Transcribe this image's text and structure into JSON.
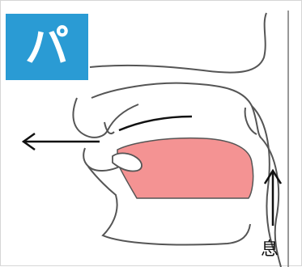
{
  "badge": {
    "kana": "パ",
    "background": "#2a9bd4",
    "text_color": "#ffffff"
  },
  "labels": {
    "breath": "息"
  },
  "colors": {
    "tongue": "#f49393",
    "outline": "#555555",
    "arrow": "#111111"
  },
  "icons": {
    "outflow_arrow": "arrow-left",
    "breath_arrow": "arrow-up"
  }
}
